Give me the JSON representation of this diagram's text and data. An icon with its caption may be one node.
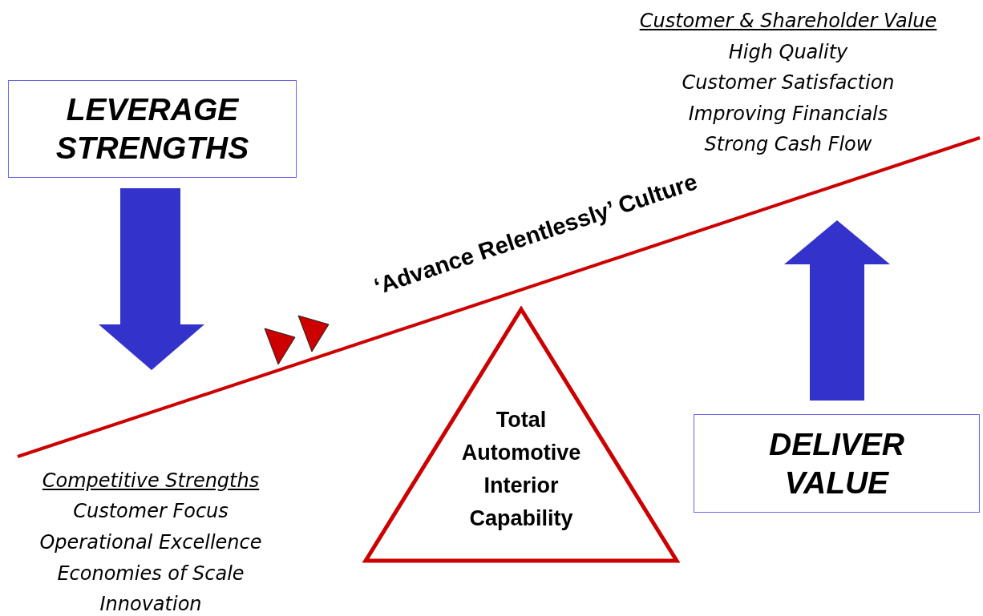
{
  "diagram": {
    "nodes": [
      {
        "text": [
          "LEVERAGE STRENGTHS"
        ]
      },
      {
        "text": [
          "DELIVER VALUE"
        ]
      },
      {
        "text": [
          "Total Automotive Interior Capability"
        ]
      }
    ],
    "labels": [
      "Customer & Shareholder Value",
      "High Quality",
      "Customer Satisfaction",
      "Improving Financials",
      "Strong Cash Flow",
      "‘Advance Relentlessly’ Culture",
      "Competitive Strengths",
      "Customer Focus",
      "Operational Excellence",
      "Economies of Scale",
      "Innovation"
    ]
  }
}
